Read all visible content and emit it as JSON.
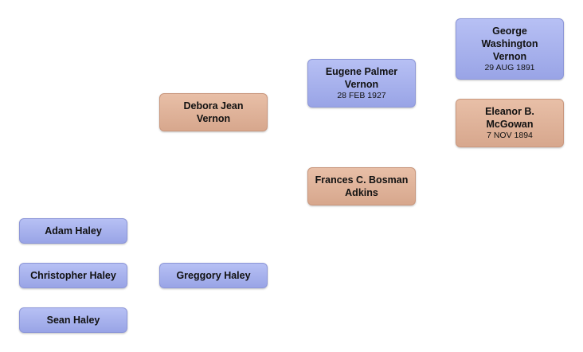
{
  "people": {
    "adam": {
      "name": "Adam Haley"
    },
    "christopher": {
      "name": "Christopher Haley"
    },
    "sean": {
      "name": "Sean Haley"
    },
    "greggory": {
      "name": "Greggory  Haley"
    },
    "debora": {
      "name": "Debora Jean\nVernon"
    },
    "eugene": {
      "name": "Eugene Palmer\nVernon",
      "date": "28 FEB 1927"
    },
    "frances": {
      "name": "Frances C. Bosman\nAdkins"
    },
    "george": {
      "name": "George\nWashington\nVernon",
      "date": "29 AUG 1891"
    },
    "eleanor": {
      "name": "Eleanor B.\nMcGowan",
      "date": "7 NOV 1894"
    }
  },
  "colors": {
    "male": "#a5aeee",
    "female": "#deb09a"
  }
}
